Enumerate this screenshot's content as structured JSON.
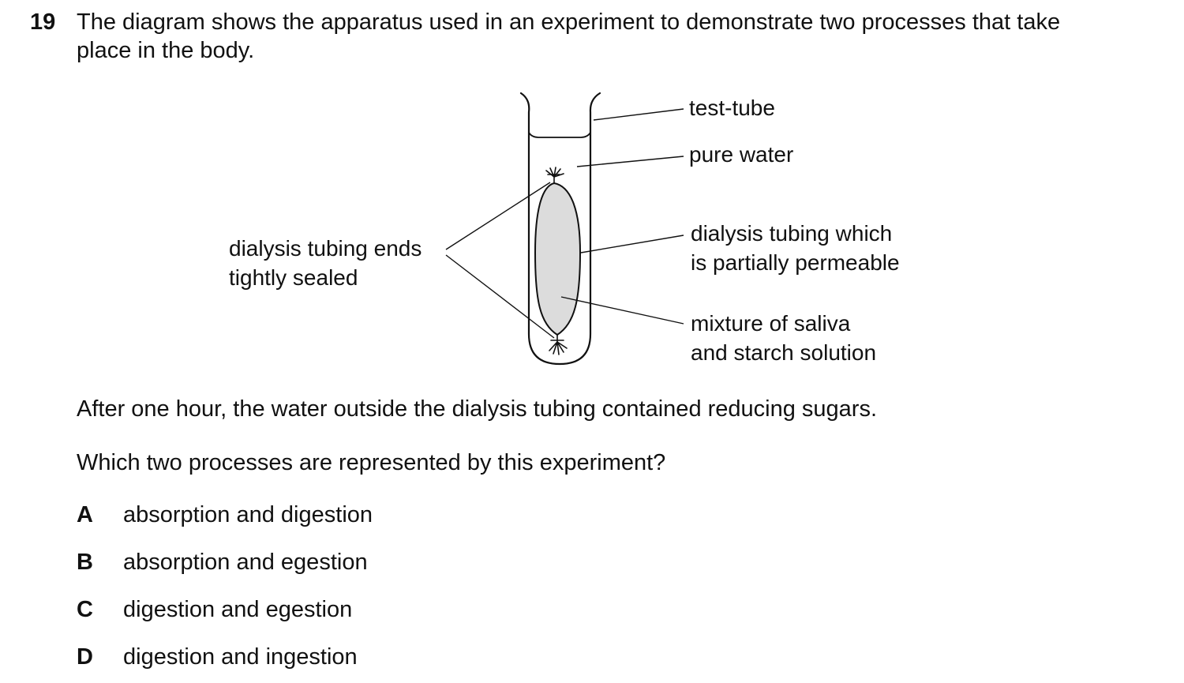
{
  "question": {
    "number": "19",
    "stem_line1": "The diagram shows the apparatus used in an experiment to demonstrate two processes that take",
    "stem_line2": "place in the body."
  },
  "diagram": {
    "labels": {
      "test_tube": "test-tube",
      "pure_water": "pure water",
      "tubing_line1": "dialysis tubing which",
      "tubing_line2": "is partially permeable",
      "mixture_line1": "mixture of saliva",
      "mixture_line2": "and starch solution",
      "ends_line1": "dialysis tubing ends",
      "ends_line2": "tightly sealed"
    },
    "colors": {
      "tubing_fill": "#dcdcdc",
      "line": "#111111"
    }
  },
  "observation": "After one hour, the water outside the dialysis tubing contained reducing sugars.",
  "prompt": "Which two processes are represented by this experiment?",
  "options": [
    {
      "letter": "A",
      "text": "absorption and digestion"
    },
    {
      "letter": "B",
      "text": "absorption and egestion"
    },
    {
      "letter": "C",
      "text": "digestion and egestion"
    },
    {
      "letter": "D",
      "text": "digestion and ingestion"
    }
  ]
}
